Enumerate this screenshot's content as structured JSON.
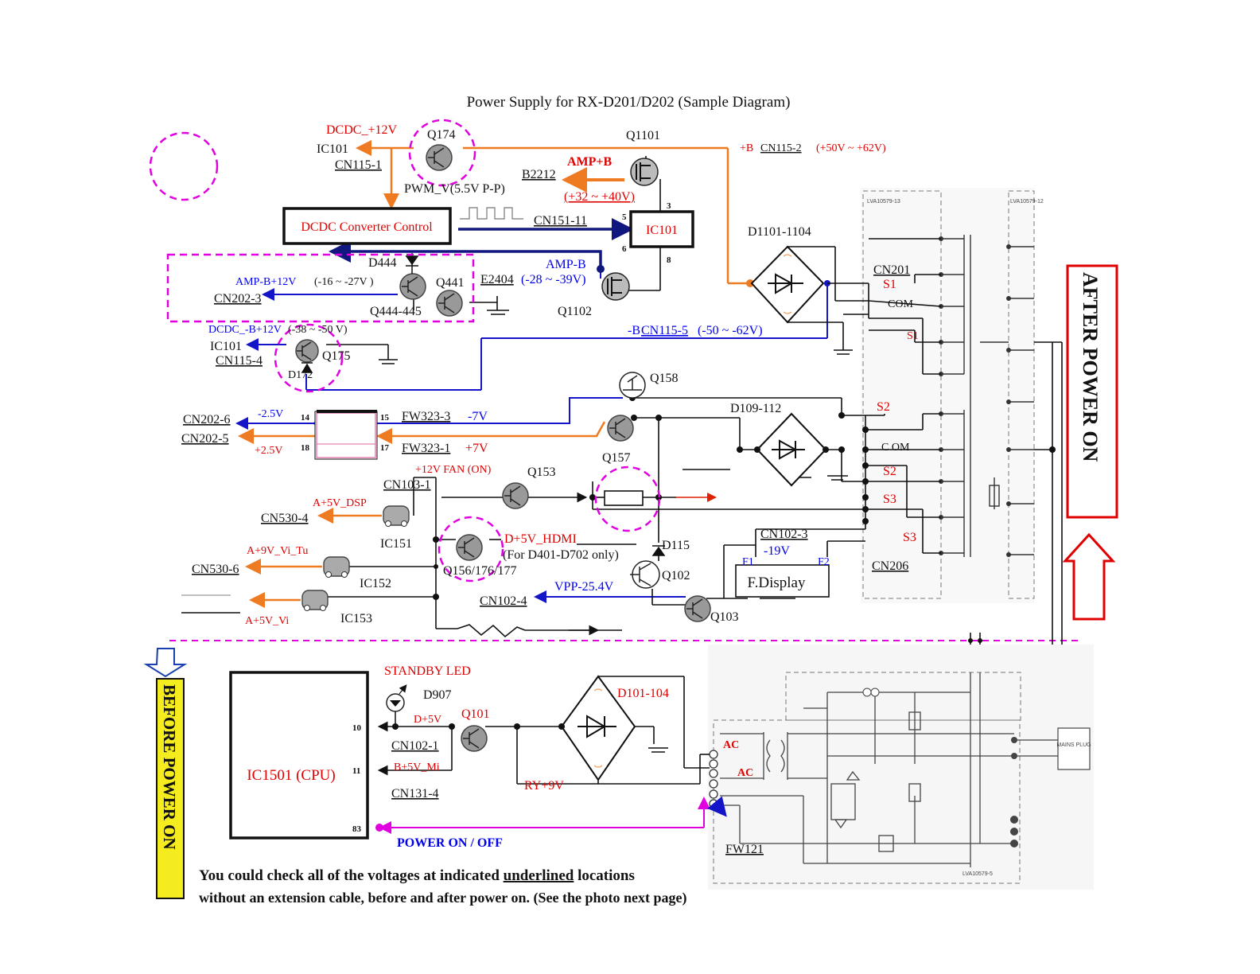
{
  "title": "Power Supply for RX-D201/D202 (Sample Diagram)",
  "side_labels": {
    "after": "AFTER POWER ON",
    "before": "BEFORE POWER ON"
  },
  "blocks": {
    "dcdc": "DCDC Converter Control",
    "ic101": "IC101",
    "cpu": "IC1501 (CPU)",
    "fdisplay": "F.Display",
    "mains": "MAINS PLUG"
  },
  "labels": {
    "dcdc_p12": "DCDC_+12V",
    "ic101_a": "IC101",
    "cn115_1": "CN115-1",
    "q174": "Q174",
    "pwm": "PWM_V(5.5V P-P)",
    "q1101": "Q1101",
    "ampb": "AMP+B",
    "b2212": "B2212",
    "ampb_v": "(+32 ~ +40V)",
    "cn151_11": "CN151-11",
    "pB": "+B",
    "cn115_2": "CN115-2",
    "pB_v": "(+50V ~ +62V)",
    "d1101": "D1101-1104",
    "lva13": "LVA10579-13",
    "lva12": "LVA10579-12",
    "d444": "D444",
    "ampminb_p12": "AMP-B+12V",
    "ampminb_p12_v": "(-16 ~ -27V )",
    "cn202_3": "CN202-3",
    "q441": "Q441",
    "q444": "Q444-445",
    "e2404": "E2404",
    "ampminb": "AMP-B",
    "ampminb_v": "(-28 ~ -39V)",
    "q1102": "Q1102",
    "mB": "-B",
    "cn115_5": "CN115-5",
    "mB_v": "(-50 ~ -62V)",
    "cn201": "CN201",
    "s1a": "S1",
    "com1": "COM",
    "s1b": "S1",
    "dcdc_mb": "DCDC_-B+12V",
    "dcdc_mb_v": "(-38 ~ -50 V)",
    "ic101_b": "IC101",
    "cn115_4": "CN115-4",
    "q175": "Q175",
    "d172": "D172",
    "q158": "Q158",
    "cn202_6": "CN202-6",
    "cn202_5": "CN202-5",
    "m25": "-2.5V",
    "p25": "+2.5V",
    "pin14": "14",
    "pin18": "18",
    "pin15": "15",
    "pin17": "17",
    "fw323_3": "FW323-3",
    "m7": "-7V",
    "fw323_1": "FW323-1",
    "p7": "+7V",
    "q157": "Q157",
    "d109": "D109-112",
    "s2a": "S2",
    "com2": "C OM",
    "s2b": "S2",
    "s3a": "S3",
    "s3b": "S3",
    "fan": "+12V FAN (ON)",
    "cn103_1": "CN103-1",
    "q153": "Q153",
    "cn530_4": "CN530-4",
    "a5dsp": "A+5V_DSP",
    "ic151": "IC151",
    "dhdmi": "D+5V_HDMI",
    "dhdmi_note": "(For D401-D702 only)",
    "q156": "Q156/176/177",
    "d115": "D115",
    "q102": "Q102",
    "cn102_3": "CN102-3",
    "m19": "-19V",
    "f1": "F1",
    "f2": "F2",
    "cn206": "CN206",
    "cn530_6": "CN530-6",
    "a9": "A+9V_Vi_Tu",
    "ic152": "IC152",
    "vpp": "VPP-25.4V",
    "cn102_4": "CN102-4",
    "q103": "Q103",
    "a5vi": "A+5V_Vi",
    "ic153": "IC153",
    "standby": "STANDBY LED",
    "d907": "D907",
    "d5v": "D+5V",
    "q101": "Q101",
    "d101": "D101-104",
    "pin10": "10",
    "cn102_1": "CN102-1",
    "b5": "B+5V_Mi",
    "pin11": "11",
    "cn131_4": "CN131-4",
    "ry": "RY+9V",
    "pin83": "83",
    "pwr": "POWER ON / OFF",
    "ac1": "AC",
    "ac2": "AC",
    "fw121": "FW121",
    "lva5": "LVA10579-5"
  },
  "footer": {
    "line1_a": "You could check all of the voltages at indicated ",
    "line1_u": "underlined",
    "line1_b": " locations",
    "line2": "without an extension cable, before and after power on.   (See the photo next page)"
  },
  "colors": {
    "orange": "#ee7a22",
    "blue": "#1414c8",
    "dark_blue": "#101880",
    "red": "#e00000",
    "magenta": "#e000e0",
    "black": "#111111"
  }
}
